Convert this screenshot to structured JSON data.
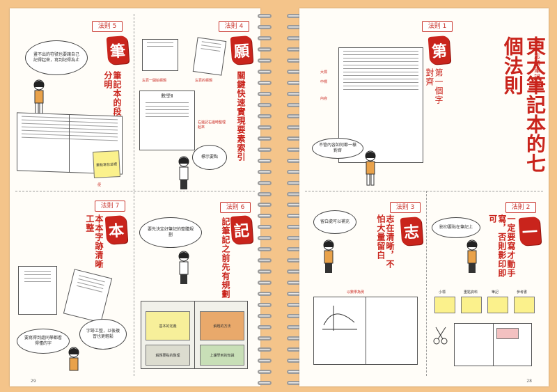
{
  "left_page": {
    "page_number": "29",
    "rule5": {
      "tag": "法則 5",
      "seal": "筆",
      "heading": "筆記本的段落分明",
      "bubble": "畫不出的符號也要讓自己記得起來，寫到記得為止",
      "note": "重點寫在這裡",
      "memo": "便"
    },
    "rule4": {
      "tag": "法則 4",
      "seal": "願",
      "heading": "關鍵快速實現要素索引",
      "bubble": "標示要點",
      "cap1": "左頁一開始標題",
      "cap2": "左頁的標題",
      "cap3": "右邊記右邊時整理起來",
      "book_title": "數學Ⅱ"
    },
    "rule7": {
      "tag": "法則 7",
      "seal": "本",
      "heading": "本本字跡清晰工整",
      "bubble": "要寫得到處同學都看得懂的字",
      "note": "字跡工整，以後複習也更輕鬆"
    },
    "rule6": {
      "tag": "法則 6",
      "seal": "記",
      "heading": "記筆記之前先有規劃",
      "bubble": "要先決定好筆記的整體規劃",
      "boxes": [
        "基本的定義",
        "解題的方法",
        "解題要點的整理",
        "上課學到的知識"
      ]
    }
  },
  "right_page": {
    "page_number": "28",
    "title": "東大筆記本的七個法則",
    "subtitle": "第一志願筆記本",
    "rule1": {
      "tag": "法則 1",
      "seal": "第",
      "heading": "第一個字對齊",
      "bubble": "不管內容如何都一樣對齊",
      "labels": [
        "大標",
        "中標",
        "內容"
      ]
    },
    "rule3": {
      "tag": "法則 3",
      "seal": "志",
      "heading": "志在清晰，不怕大量留白",
      "bubble": "留白處可以補充",
      "book_cap": "以數學為例"
    },
    "rule2": {
      "tag": "法則 2",
      "seal": "一",
      "heading": "一定要寫才動手寫，否則影印即可",
      "bubble": "影印要貼在筆記上",
      "stickies": [
        "小標",
        "重點資料",
        "筆記",
        "參考書"
      ]
    }
  },
  "colors": {
    "accent": "#c9241c",
    "paper": "#fffdf8",
    "background": "#f4c48a"
  }
}
